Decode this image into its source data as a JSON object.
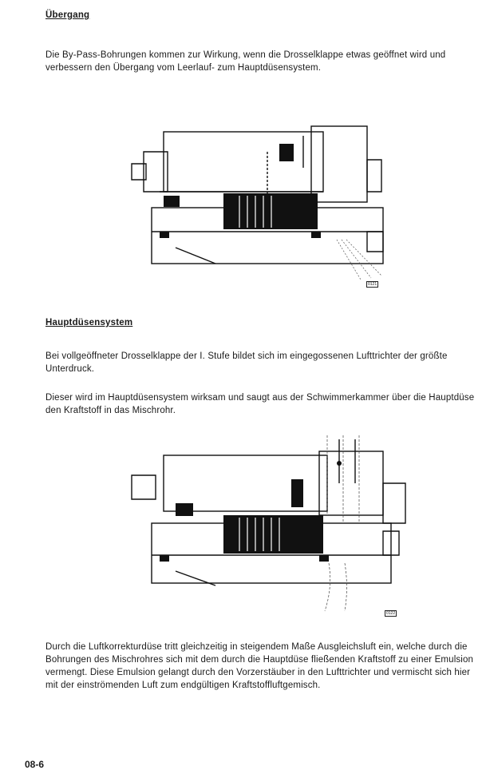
{
  "section1": {
    "heading": "Übergang",
    "text": "Die By-Pass-Bohrungen kommen zur Wirkung, wenn die Drosselklappe etwas geöffnet wird und verbessern den Übergang vom Leerlauf- zum Hauptdüsensystem."
  },
  "figure1": {
    "code": "0121"
  },
  "section2": {
    "heading": "Hauptdüsensystem",
    "text1": "Bei vollgeöffneter Drosselklappe der I. Stufe bildet sich im eingegossenen Lufttrichter der größte Unterdruck.",
    "text2": "Dieser wird im Hauptdüsensystem wirksam und saugt aus der Schwimmerkammer über die Hauptdüse den Kraftstoff in das Mischrohr."
  },
  "figure2": {
    "code": "0122"
  },
  "section3": {
    "text": "Durch die Luftkorrekturdüse tritt gleichzeitig in steigendem Maße Ausgleichsluft ein, welche durch die Bohrungen des Mischrohres sich mit dem durch die Hauptdüse fließenden Kraftstoff zu einer Emulsion vermengt. Diese Emulsion gelangt durch den Vorzerstäuber in den Lufttrichter und vermischt sich hier mit der einströmenden Luft zum endgültigen Kraftstoffluftgemisch."
  },
  "footer": {
    "page_number": "08-6"
  }
}
